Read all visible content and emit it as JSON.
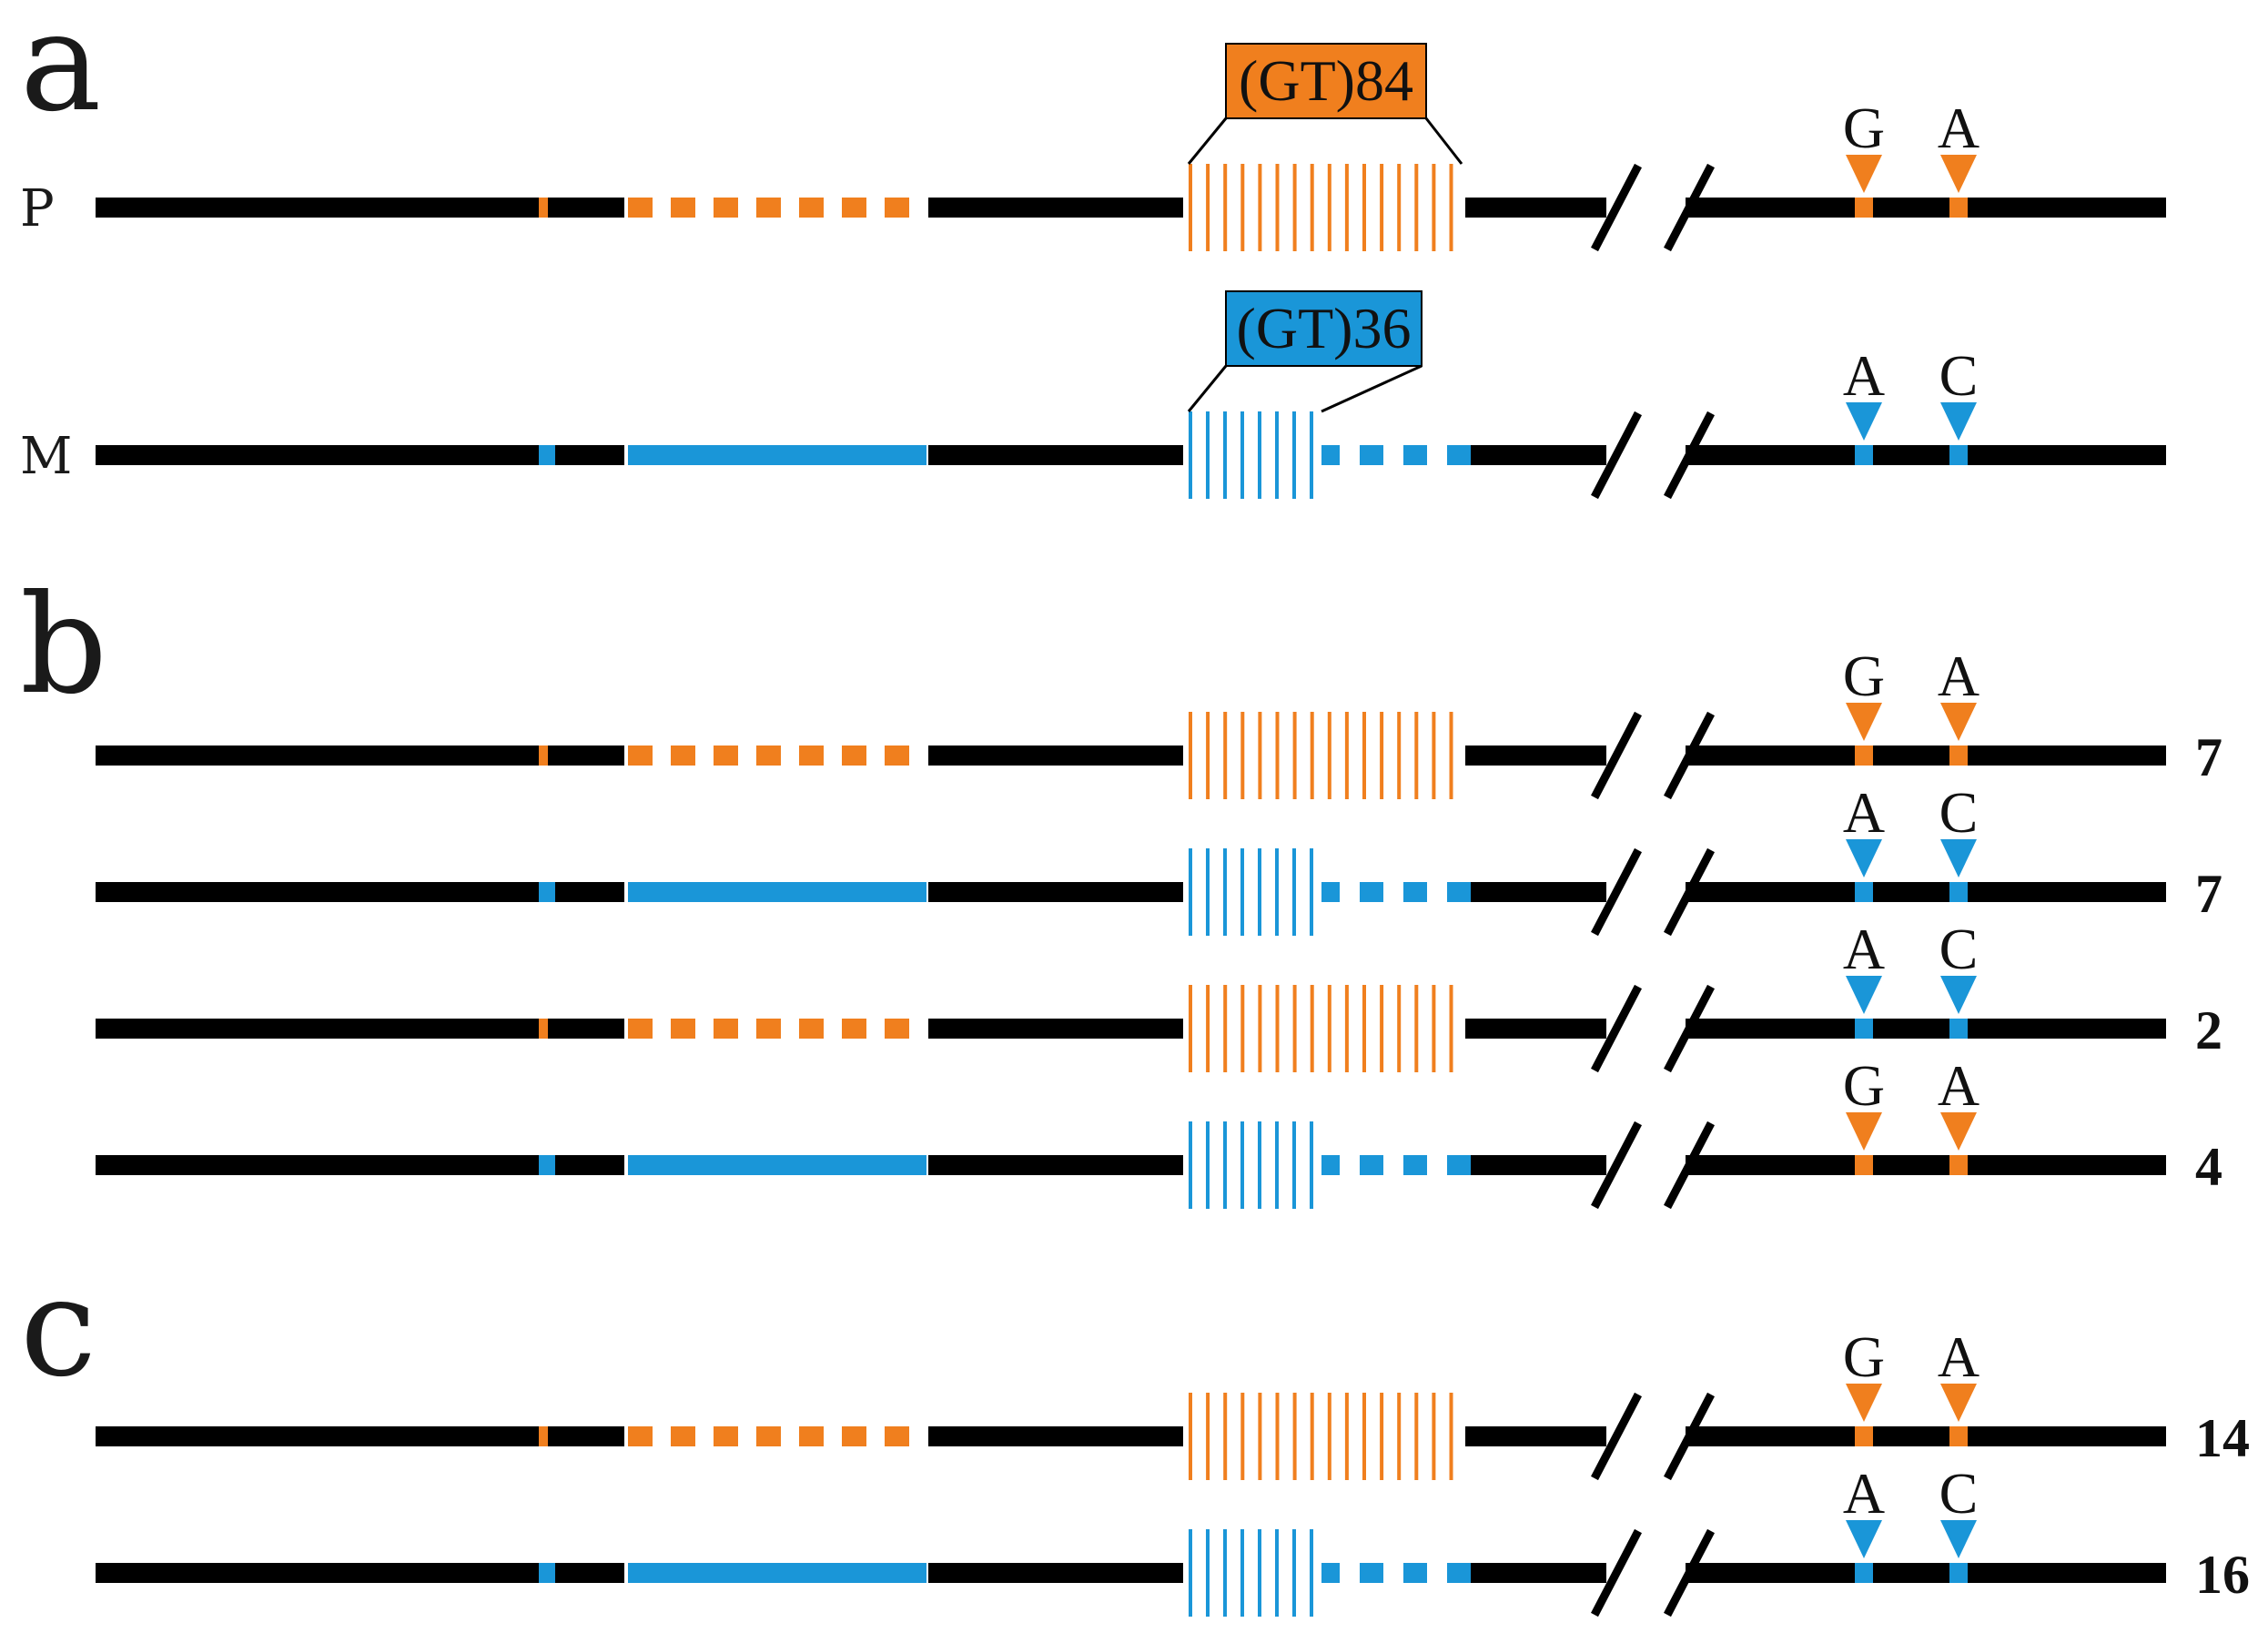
{
  "colors": {
    "paternal": "#f07f1e",
    "maternal": "#1a96d8",
    "backbone": "#000000",
    "background": "#ffffff"
  },
  "repeat_labels": {
    "paternal": "(GT)84",
    "maternal": "(GT)36"
  },
  "panels": [
    {
      "letter": "a"
    },
    {
      "letter": "b"
    },
    {
      "letter": "c"
    }
  ],
  "rows": [
    {
      "panel": "a",
      "label": "P",
      "count": "",
      "haplotype": "paternal",
      "snp1": "G",
      "snp2": "A",
      "snp_color": "paternal",
      "show_repeat_label": true
    },
    {
      "panel": "a",
      "label": "M",
      "count": "",
      "haplotype": "maternal",
      "snp1": "A",
      "snp2": "C",
      "snp_color": "maternal",
      "show_repeat_label": true
    },
    {
      "panel": "b",
      "label": "",
      "count": "7",
      "haplotype": "paternal",
      "snp1": "G",
      "snp2": "A",
      "snp_color": "paternal",
      "show_repeat_label": false
    },
    {
      "panel": "b",
      "label": "",
      "count": "7",
      "haplotype": "maternal",
      "snp1": "A",
      "snp2": "C",
      "snp_color": "maternal",
      "show_repeat_label": false
    },
    {
      "panel": "b",
      "label": "",
      "count": "2",
      "haplotype": "paternal",
      "snp1": "A",
      "snp2": "C",
      "snp_color": "maternal",
      "show_repeat_label": false
    },
    {
      "panel": "b",
      "label": "",
      "count": "4",
      "haplotype": "maternal",
      "snp1": "G",
      "snp2": "A",
      "snp_color": "paternal",
      "show_repeat_label": false
    },
    {
      "panel": "c",
      "label": "",
      "count": "14",
      "haplotype": "paternal",
      "snp1": "G",
      "snp2": "A",
      "snp_color": "paternal",
      "show_repeat_label": false
    },
    {
      "panel": "c",
      "label": "",
      "count": "16",
      "haplotype": "maternal",
      "snp1": "A",
      "snp2": "C",
      "snp_color": "maternal",
      "show_repeat_label": false
    }
  ]
}
